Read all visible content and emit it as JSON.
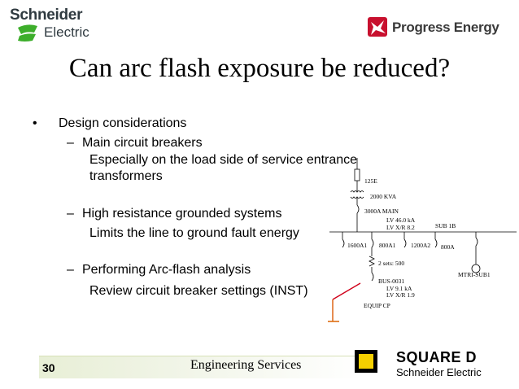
{
  "header": {
    "left_logo": {
      "line1": "Schneider",
      "line2": "Electric"
    },
    "right_logo": {
      "text": "Progress Energy"
    }
  },
  "slide": {
    "title": "Can arc flash exposure be reduced?",
    "bullet": {
      "marker": "•",
      "text": "Design considerations"
    },
    "subitems": [
      {
        "dash": "–",
        "text": "Main circuit breakers",
        "details": [
          "Especially on the load side of service entrance",
          "transformers"
        ]
      },
      {
        "dash": "–",
        "text": "High resistance grounded systems",
        "details": [
          "Limits the line to ground fault energy"
        ]
      },
      {
        "dash": "–",
        "text": "Performing Arc-flash analysis",
        "details": [
          "Review circuit breaker settings (INST)"
        ]
      }
    ]
  },
  "diagram": {
    "fuse": "125E",
    "transformer": "2000 KVA",
    "main": "3000A MAIN",
    "lv_ka": "LV 46.0 kA",
    "lv_xr": "LV X/R 8.2",
    "sub": "SUB 1B",
    "breakers": [
      "1600A1",
      "800A1",
      "1200A2",
      "800A"
    ],
    "sets": "2 sets: 500",
    "bus": "BUS-0031",
    "bus_ka": "LV 9.1 kA",
    "bus_xr": "LV X/R 1.9",
    "equip": "EQUIP CP",
    "motor": "MTRI-SUB1"
  },
  "footer": {
    "page_number": "30",
    "text": "Engineering Services",
    "brand_line1": "SQUARE D",
    "brand_line2": "Schneider Electric"
  },
  "colors": {
    "schneider_green": "#3dae2b",
    "progress_red": "#c8102e",
    "squared_yellow": "#f5d000"
  }
}
